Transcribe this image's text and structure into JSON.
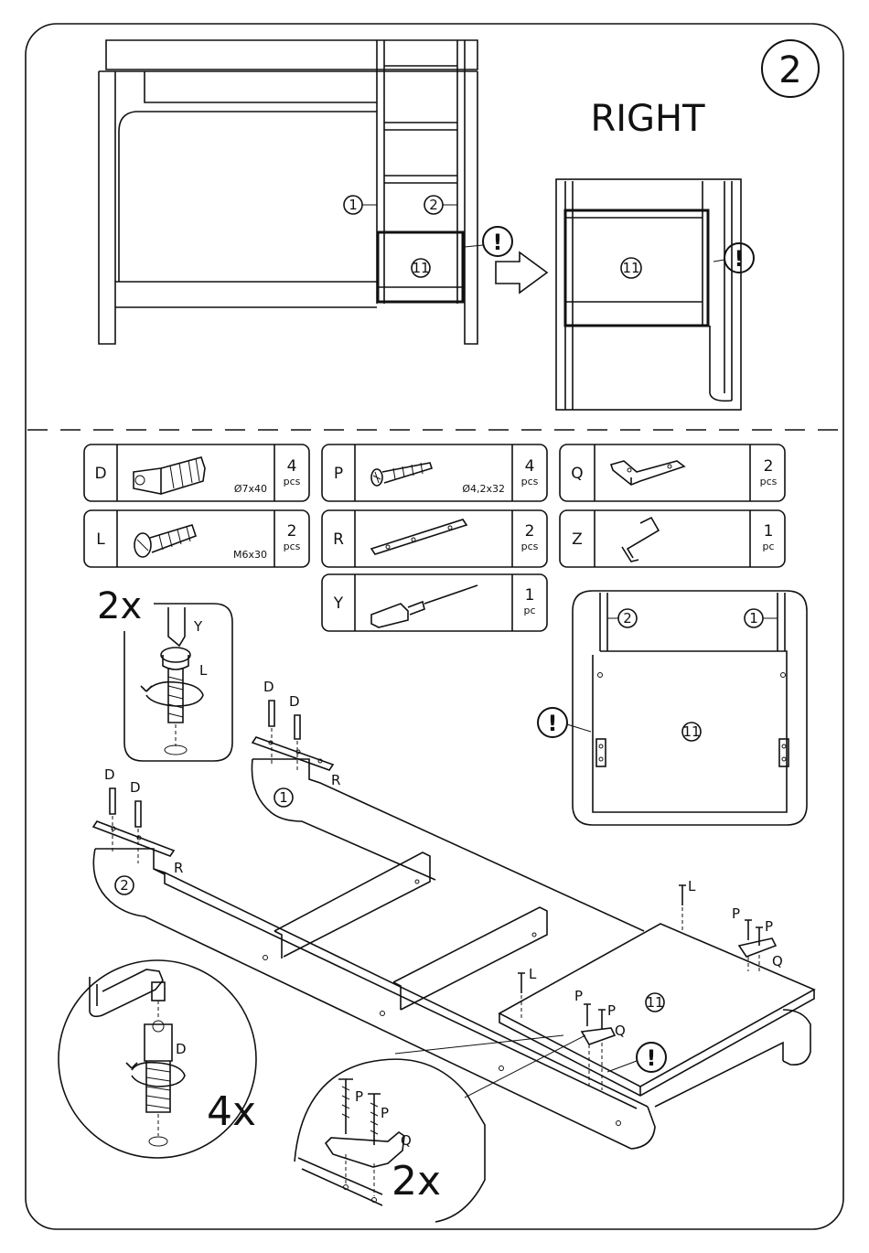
{
  "step": {
    "number": "2",
    "side": "RIGHT"
  },
  "warning_symbol": "!",
  "callouts": {
    "part_1": "1",
    "part_2": "2",
    "part_11": "11"
  },
  "parts": [
    {
      "letter": "D",
      "size": "Ø7x40",
      "qty": "4",
      "unit": "pcs"
    },
    {
      "letter": "P",
      "size": "Ø4,2x32",
      "qty": "4",
      "unit": "pcs"
    },
    {
      "letter": "Q",
      "size": "",
      "qty": "2",
      "unit": "pcs"
    },
    {
      "letter": "L",
      "size": "M6x30",
      "qty": "2",
      "unit": "pcs"
    },
    {
      "letter": "R",
      "size": "",
      "qty": "2",
      "unit": "pcs"
    },
    {
      "letter": "Z",
      "size": "",
      "qty": "1",
      "unit": "pc"
    },
    {
      "letter": "Y",
      "size": "",
      "qty": "1",
      "unit": "pc"
    }
  ],
  "multipliers": {
    "screw_L": "2x",
    "dowel_D": "4x",
    "bracket_PQ": "2x"
  },
  "labels": {
    "D": "D",
    "P": "P",
    "Q": "Q",
    "L": "L",
    "R": "R",
    "Y": "Y"
  }
}
